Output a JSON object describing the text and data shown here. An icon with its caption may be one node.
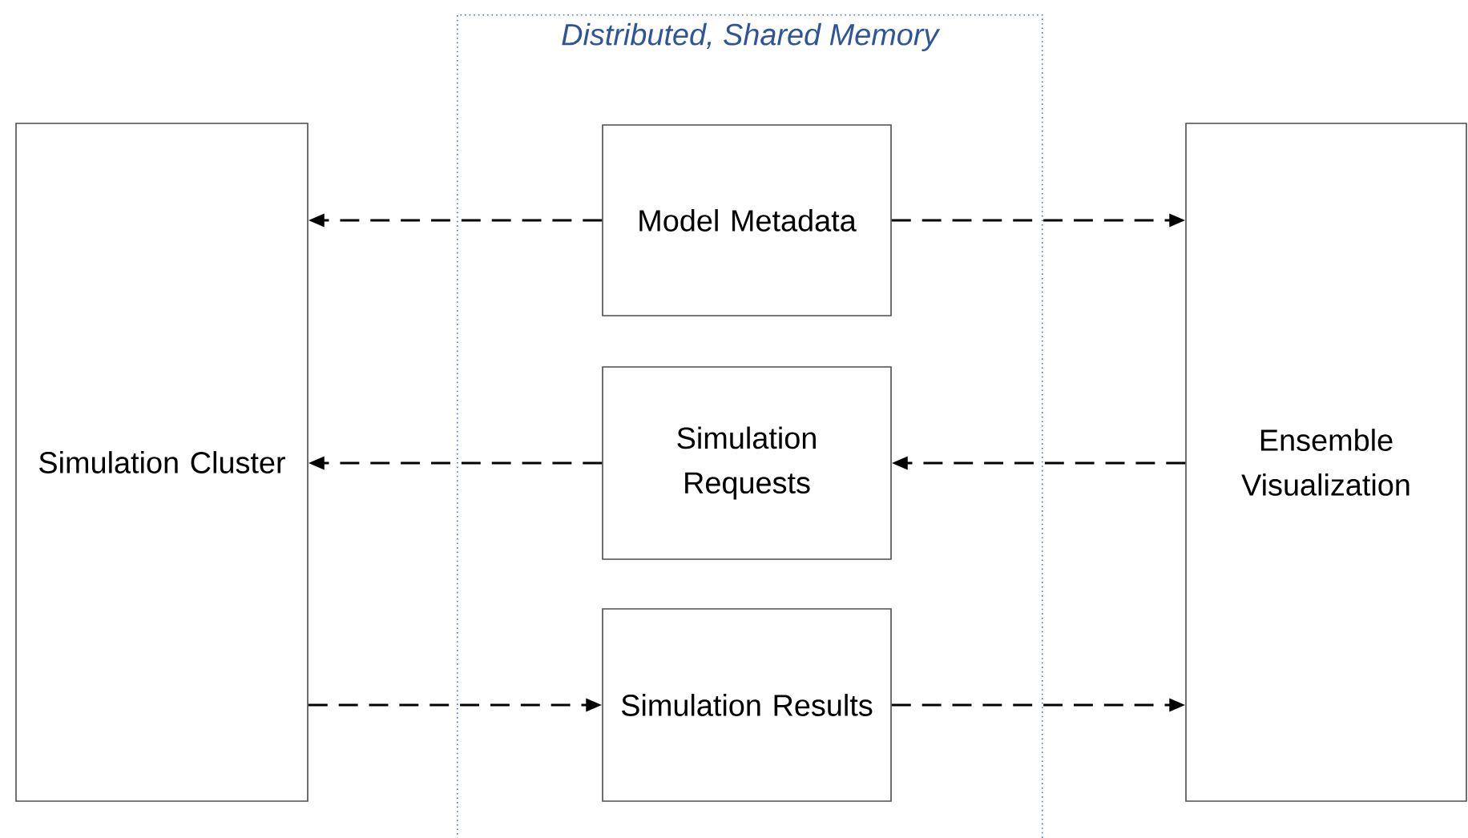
{
  "diagram": {
    "nodes": [
      {
        "text": [
          "Distributed, Shared Memory"
        ]
      },
      {
        "text": [
          "Simulation Cluster"
        ]
      },
      {
        "text": [
          "Model Metadata"
        ],
        "in": 0
      },
      {
        "text": [
          "Simulation Requests"
        ],
        "in": 0
      },
      {
        "text": [
          "Simulation Results"
        ],
        "in": 0
      },
      {
        "text": [
          "Ensemble Visualization"
        ]
      }
    ],
    "edges": [
      {
        "from": 2,
        "to": 1,
        "arrow": "to",
        "style": "dashed"
      },
      {
        "from": 2,
        "to": 5,
        "arrow": "to",
        "style": "dashed"
      },
      {
        "from": 5,
        "to": 3,
        "arrow": "to",
        "style": "dashed"
      },
      {
        "from": 3,
        "to": 1,
        "arrow": "to",
        "style": "dashed"
      },
      {
        "from": 1,
        "to": 4,
        "arrow": "to",
        "style": "dashed"
      },
      {
        "from": 4,
        "to": 5,
        "arrow": "to",
        "style": "dashed"
      }
    ]
  }
}
